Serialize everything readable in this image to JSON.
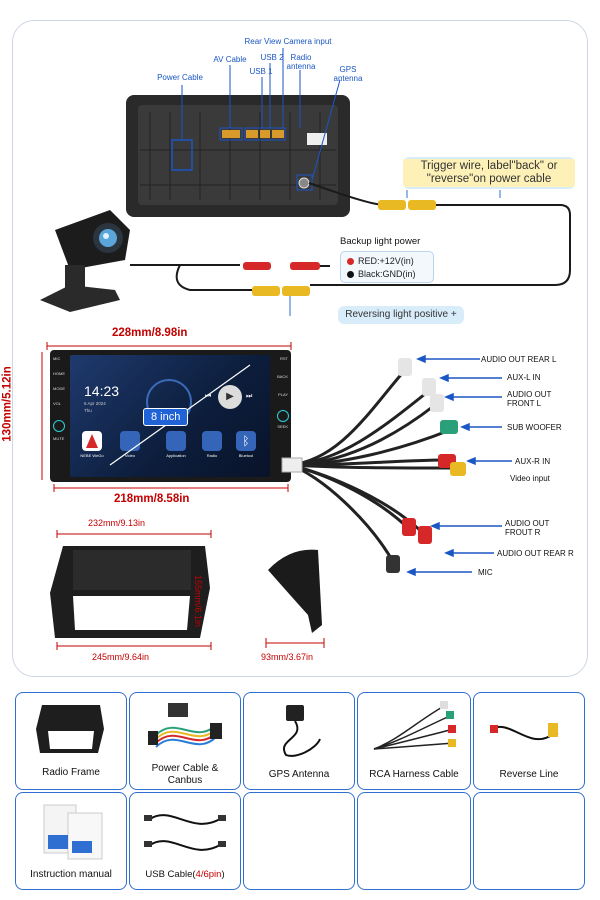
{
  "labels": {
    "rear_camera_input": "Rear View Camera input",
    "av_cable": "AV Cable",
    "usb2": "USB 2",
    "usb1": "USB 1",
    "radio_antenna": "Radio\nantenna",
    "gps_antenna": "GPS\nantenna",
    "power_cable": "Power Cable"
  },
  "trigger_callout": "Trigger wire, label\"back\" or \"reverse\"on power cable",
  "backup": {
    "title": "Backup light power",
    "red": "RED:+12V(in)",
    "black": "Black:GND(in)"
  },
  "reversing_positive": "Reversing light positive +",
  "dimensions": {
    "width_top": "228mm/8.98in",
    "height_left": "130mm/5.12in",
    "width_bottom": "218mm/8.58in",
    "frame_top": "232mm/9.13in",
    "frame_right": "155mm/6.1in",
    "frame_bottom": "245mm/9.64in",
    "bracket_width": "93mm/3.67in"
  },
  "screen": {
    "time": "14:23",
    "date": "6 Apr 2024",
    "day": "Thu",
    "size_badge": "8 inch",
    "apps": [
      "NEBE WeGo",
      "Video",
      "Application",
      "Radio",
      "Bluetool"
    ],
    "left_buttons": [
      "MIC",
      "HOME",
      "MODE",
      "VOL",
      "MUTE"
    ],
    "right_buttons": [
      "RST",
      "BACK",
      "PLAY",
      "SEEK"
    ]
  },
  "harness": [
    "AUDIO OUT REAR L",
    "AUX-L IN",
    "AUDIO OUT\nFRONT L",
    "SUB WOOFER",
    "AUX-R IN",
    "Video input",
    "AUDIO OUT\nFROUT R",
    "AUDIO OUT REAR R",
    "MIC"
  ],
  "package": [
    {
      "label": "Radio Frame"
    },
    {
      "label": "Power Cable &\nCanbus"
    },
    {
      "label": "GPS Antenna"
    },
    {
      "label": "RCA Harness Cable"
    },
    {
      "label": "Reverse Line"
    },
    {
      "label": "Instruction manual"
    },
    {
      "label": "USB Cable(",
      "label_accent": "4/6pin",
      "label_end": ")"
    }
  ],
  "colors": {
    "accent_blue": "#2f6fd1",
    "dimension_red": "#c40000",
    "callout_yellow": "#fdf1b8",
    "callout_blue": "#d9ecfa"
  }
}
